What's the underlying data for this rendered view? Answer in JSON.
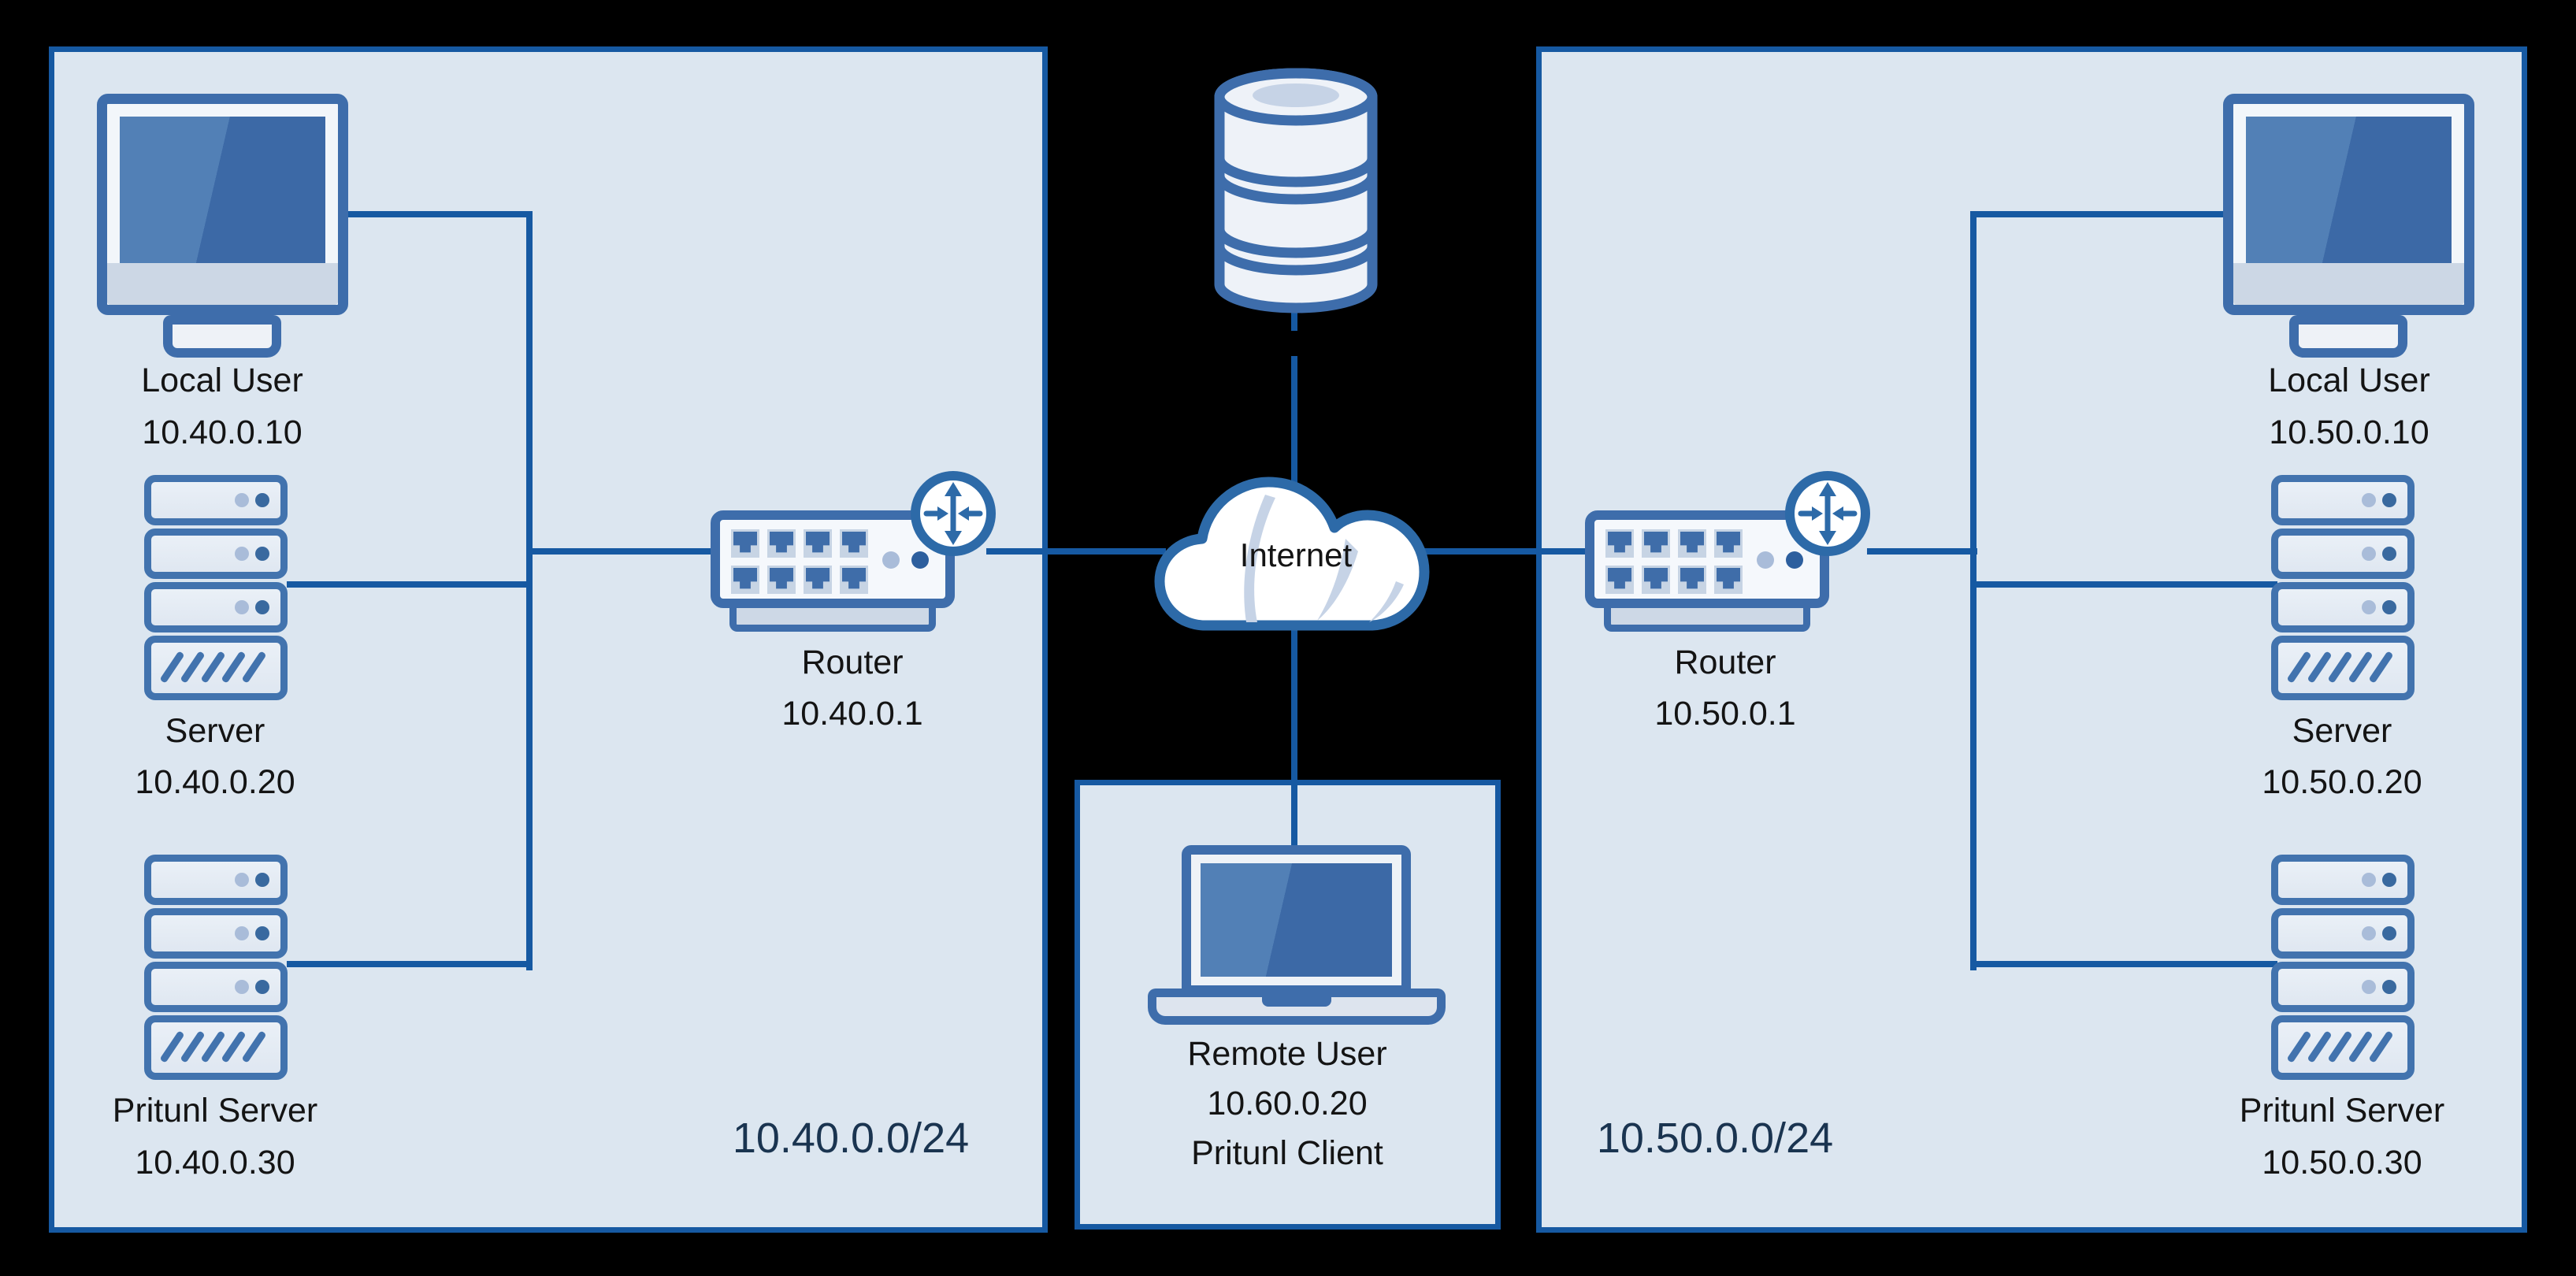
{
  "colors": {
    "background": "#000000",
    "zone_fill": "#dce6f0",
    "zone_border": "#1659a2",
    "connection_line": "#1659a2",
    "icon_outline": "#3e6dab",
    "icon_fill": "#eef2f8",
    "screen_blue": "#3f6da9",
    "shade_light": "#c6d3e6",
    "label_text": "#141414",
    "subnet_text": "#1a3450"
  },
  "left_network": {
    "subnet": "10.40.0.0/24",
    "local_user": {
      "label": "Local User",
      "ip": "10.40.0.10"
    },
    "server": {
      "label": "Server",
      "ip": "10.40.0.20"
    },
    "pritunl_server": {
      "label": "Pritunl Server",
      "ip": "10.40.0.30"
    },
    "router": {
      "label": "Router",
      "ip": "10.40.0.1"
    }
  },
  "right_network": {
    "subnet": "10.50.0.0/24",
    "local_user": {
      "label": "Local User",
      "ip": "10.50.0.10"
    },
    "server": {
      "label": "Server",
      "ip": "10.50.0.20"
    },
    "pritunl_server": {
      "label": "Pritunl Server",
      "ip": "10.50.0.30"
    },
    "router": {
      "label": "Router",
      "ip": "10.50.0.1"
    }
  },
  "internet": {
    "label": "Internet"
  },
  "remote_user": {
    "label": "Remote User",
    "ip": "10.60.0.20",
    "client": "Pritunl Client"
  }
}
